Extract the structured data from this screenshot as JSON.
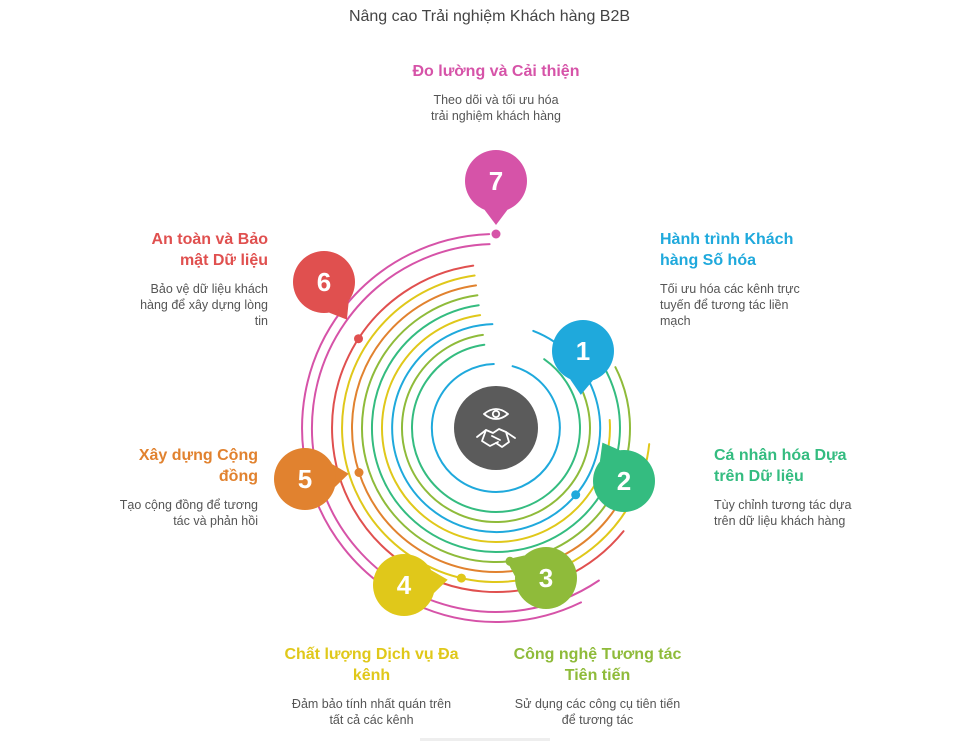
{
  "title": "Nâng cao Trải nghiệm Khách hàng B2B",
  "center_icon": "eye-handshake-icon",
  "steps": [
    {
      "number": "1",
      "title": "Hành trình Khách hàng Số hóa",
      "desc": "Tối ưu hóa các kênh trực tuyến để tương tác liền mạch",
      "color": "#1fa9dc"
    },
    {
      "number": "2",
      "title": "Cá nhân hóa Dựa trên Dữ liệu",
      "desc": "Tùy chỉnh tương tác dựa trên dữ liệu khách hàng",
      "color": "#34bc80"
    },
    {
      "number": "3",
      "title": "Công nghệ Tương tác Tiên tiến",
      "desc": "Sử dụng các công cụ tiên tiến để tương tác",
      "color": "#8fbb3a"
    },
    {
      "number": "4",
      "title": "Chất lượng Dịch vụ Đa kênh",
      "desc": "Đảm bảo tính nhất quán trên tất cả các kênh",
      "color": "#e0c81a"
    },
    {
      "number": "5",
      "title": "Xây dựng Cộng đồng",
      "desc": "Tạo cộng đồng để tương tác và phản hồi",
      "color": "#e1822f"
    },
    {
      "number": "6",
      "title": "An toàn và Bảo mật Dữ liệu",
      "desc": "Bảo vệ dữ liệu khách hàng để xây dựng lòng tin",
      "color": "#e0504f"
    },
    {
      "number": "7",
      "title": "Đo lường và Cải thiện",
      "desc": "Theo dõi và tối ưu hóa trải nghiệm khách hàng",
      "color": "#d653a8"
    }
  ]
}
